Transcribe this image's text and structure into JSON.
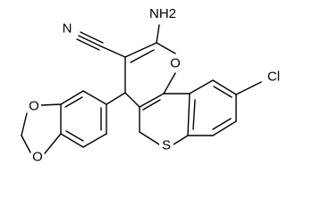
{
  "structure": {
    "atoms": {
      "amino": "NH2",
      "amino_n": "N",
      "amino_h2": "H2",
      "nitrile_n": "N",
      "ring_oxygen": "O",
      "chlorine": "Cl",
      "sulfur": "S",
      "dioxole_oxygen_upper": "O",
      "dioxole_oxygen_lower": "O"
    }
  }
}
